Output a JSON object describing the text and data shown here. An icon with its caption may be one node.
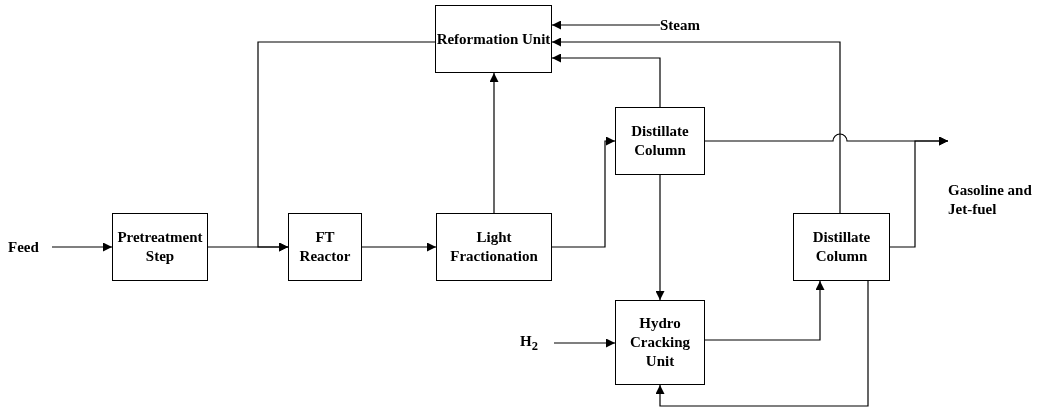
{
  "diagram": {
    "nodes": [
      {
        "text": [
          "Reformation Unit"
        ]
      },
      {
        "text": [
          "Steam"
        ]
      },
      {
        "text": [
          "Distillate Column"
        ]
      },
      {
        "text": [
          "Gasoline and Jet-fuel"
        ]
      },
      {
        "text": [
          "Feed"
        ]
      },
      {
        "text": [
          "Pretreatment Step"
        ]
      },
      {
        "text": [
          "FT Reactor"
        ]
      },
      {
        "text": [
          "Light Fractionation"
        ]
      },
      {
        "text": [
          "Distillate Column"
        ]
      },
      {
        "text": [
          "H$_{2}$"
        ]
      },
      {
        "text": [
          "Hydro Cracking Unit"
        ]
      }
    ],
    "edges": [
      {
        "from": 4,
        "to": 5,
        "arrow": "to"
      },
      {
        "from": 5,
        "to": 6,
        "arrow": "to"
      },
      {
        "from": 6,
        "to": 7,
        "arrow": "to"
      },
      {
        "from": 7,
        "to": 0,
        "arrow": "to"
      },
      {
        "from": 0,
        "to": 6,
        "arrow": "to"
      },
      {
        "from": 1,
        "to": 0,
        "arrow": "to"
      },
      {
        "from": 7,
        "to": 2,
        "arrow": "to"
      },
      {
        "from": 2,
        "to": 0,
        "arrow": "to"
      },
      {
        "from": 8,
        "to": 0,
        "arrow": "to"
      },
      {
        "from": 2,
        "to": 3,
        "arrow": "to"
      },
      {
        "from": 8,
        "to": 3,
        "arrow": "to"
      },
      {
        "from": 2,
        "to": 10,
        "arrow": "to"
      },
      {
        "from": 9,
        "to": 10,
        "arrow": "to"
      },
      {
        "from": 10,
        "to": 8,
        "arrow": "to"
      },
      {
        "from": 8,
        "to": 10,
        "arrow": "to"
      }
    ]
  }
}
